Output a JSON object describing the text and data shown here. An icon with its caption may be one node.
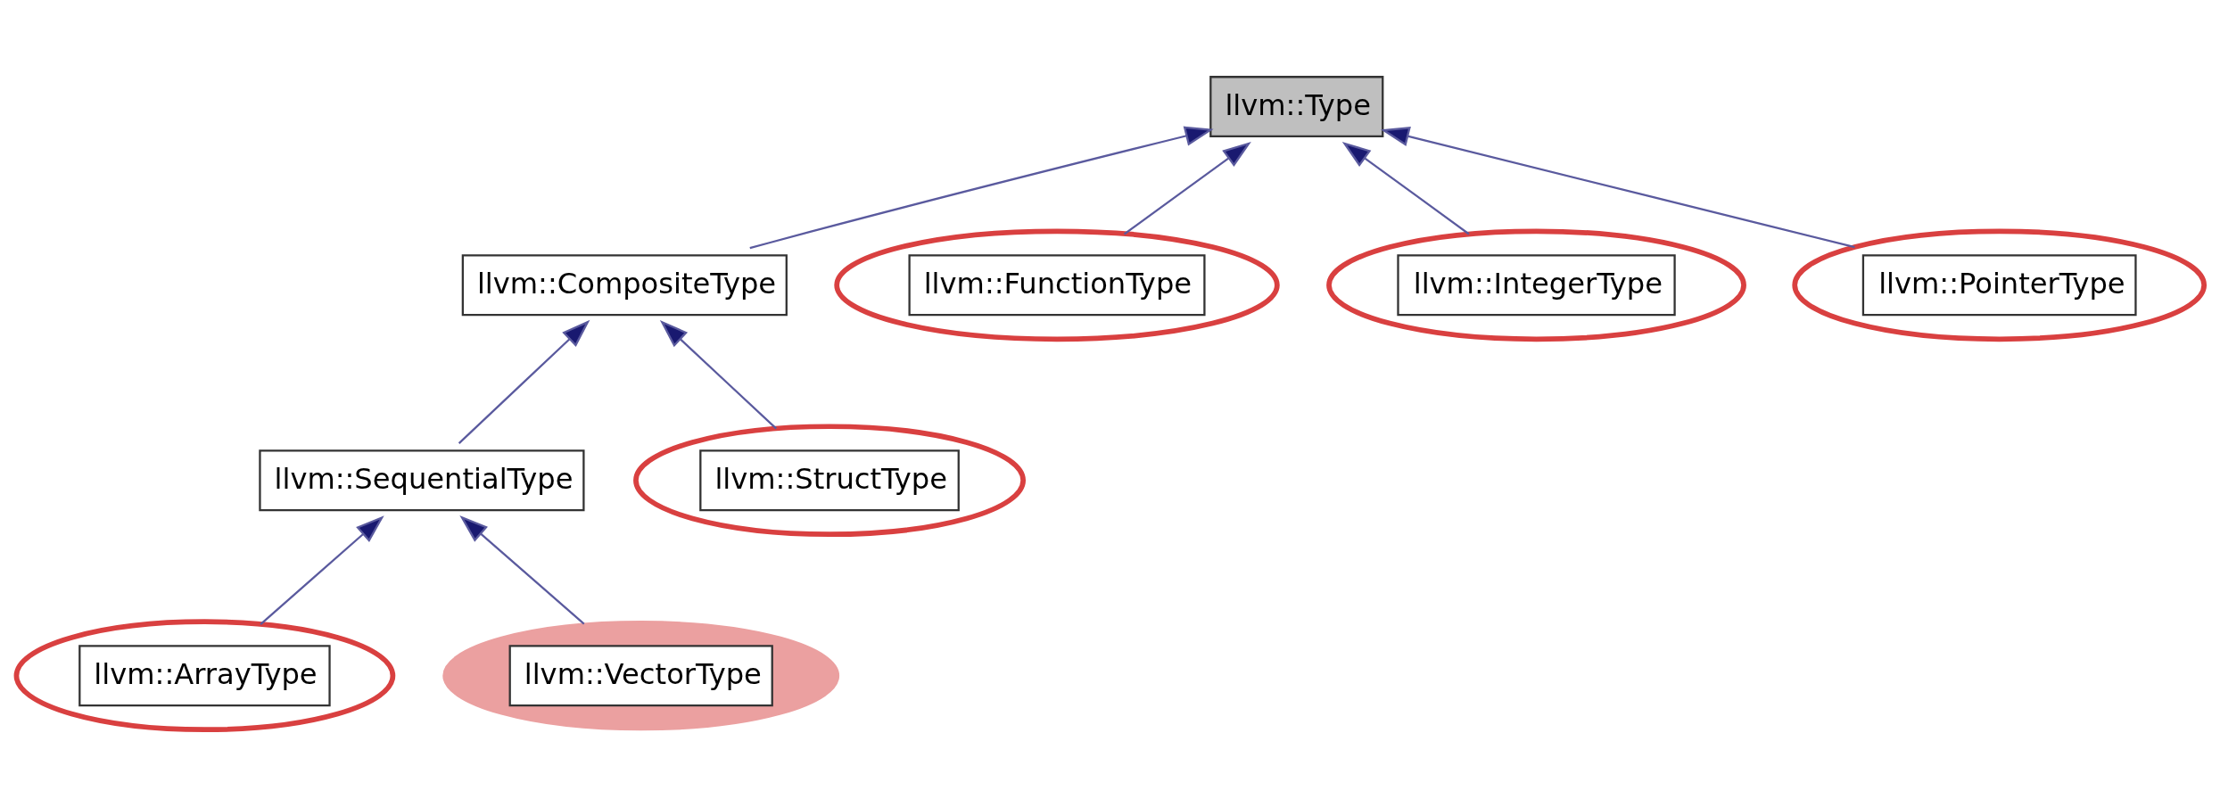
{
  "diagram": {
    "nodes": [
      {
        "text": [
          "llvm::Type"
        ]
      },
      {
        "text": [
          "llvm::CompositeType"
        ]
      },
      {
        "text": [
          "llvm::FunctionType"
        ]
      },
      {
        "text": [
          "llvm::IntegerType"
        ]
      },
      {
        "text": [
          "llvm::PointerType"
        ]
      },
      {
        "text": [
          "llvm::SequentialType"
        ]
      },
      {
        "text": [
          "llvm::StructType"
        ]
      },
      {
        "text": [
          "llvm::ArrayType"
        ]
      },
      {
        "text": [
          "llvm::VectorType"
        ]
      }
    ],
    "edges": [
      {
        "from": 1,
        "to": 0,
        "arrow": "to"
      },
      {
        "from": 2,
        "to": 0,
        "arrow": "to"
      },
      {
        "from": 3,
        "to": 0,
        "arrow": "to"
      },
      {
        "from": 4,
        "to": 0,
        "arrow": "to"
      },
      {
        "from": 5,
        "to": 1,
        "arrow": "to"
      },
      {
        "from": 6,
        "to": 1,
        "arrow": "to"
      },
      {
        "from": 7,
        "to": 5,
        "arrow": "to"
      },
      {
        "from": 8,
        "to": 5,
        "arrow": "to"
      }
    ]
  }
}
